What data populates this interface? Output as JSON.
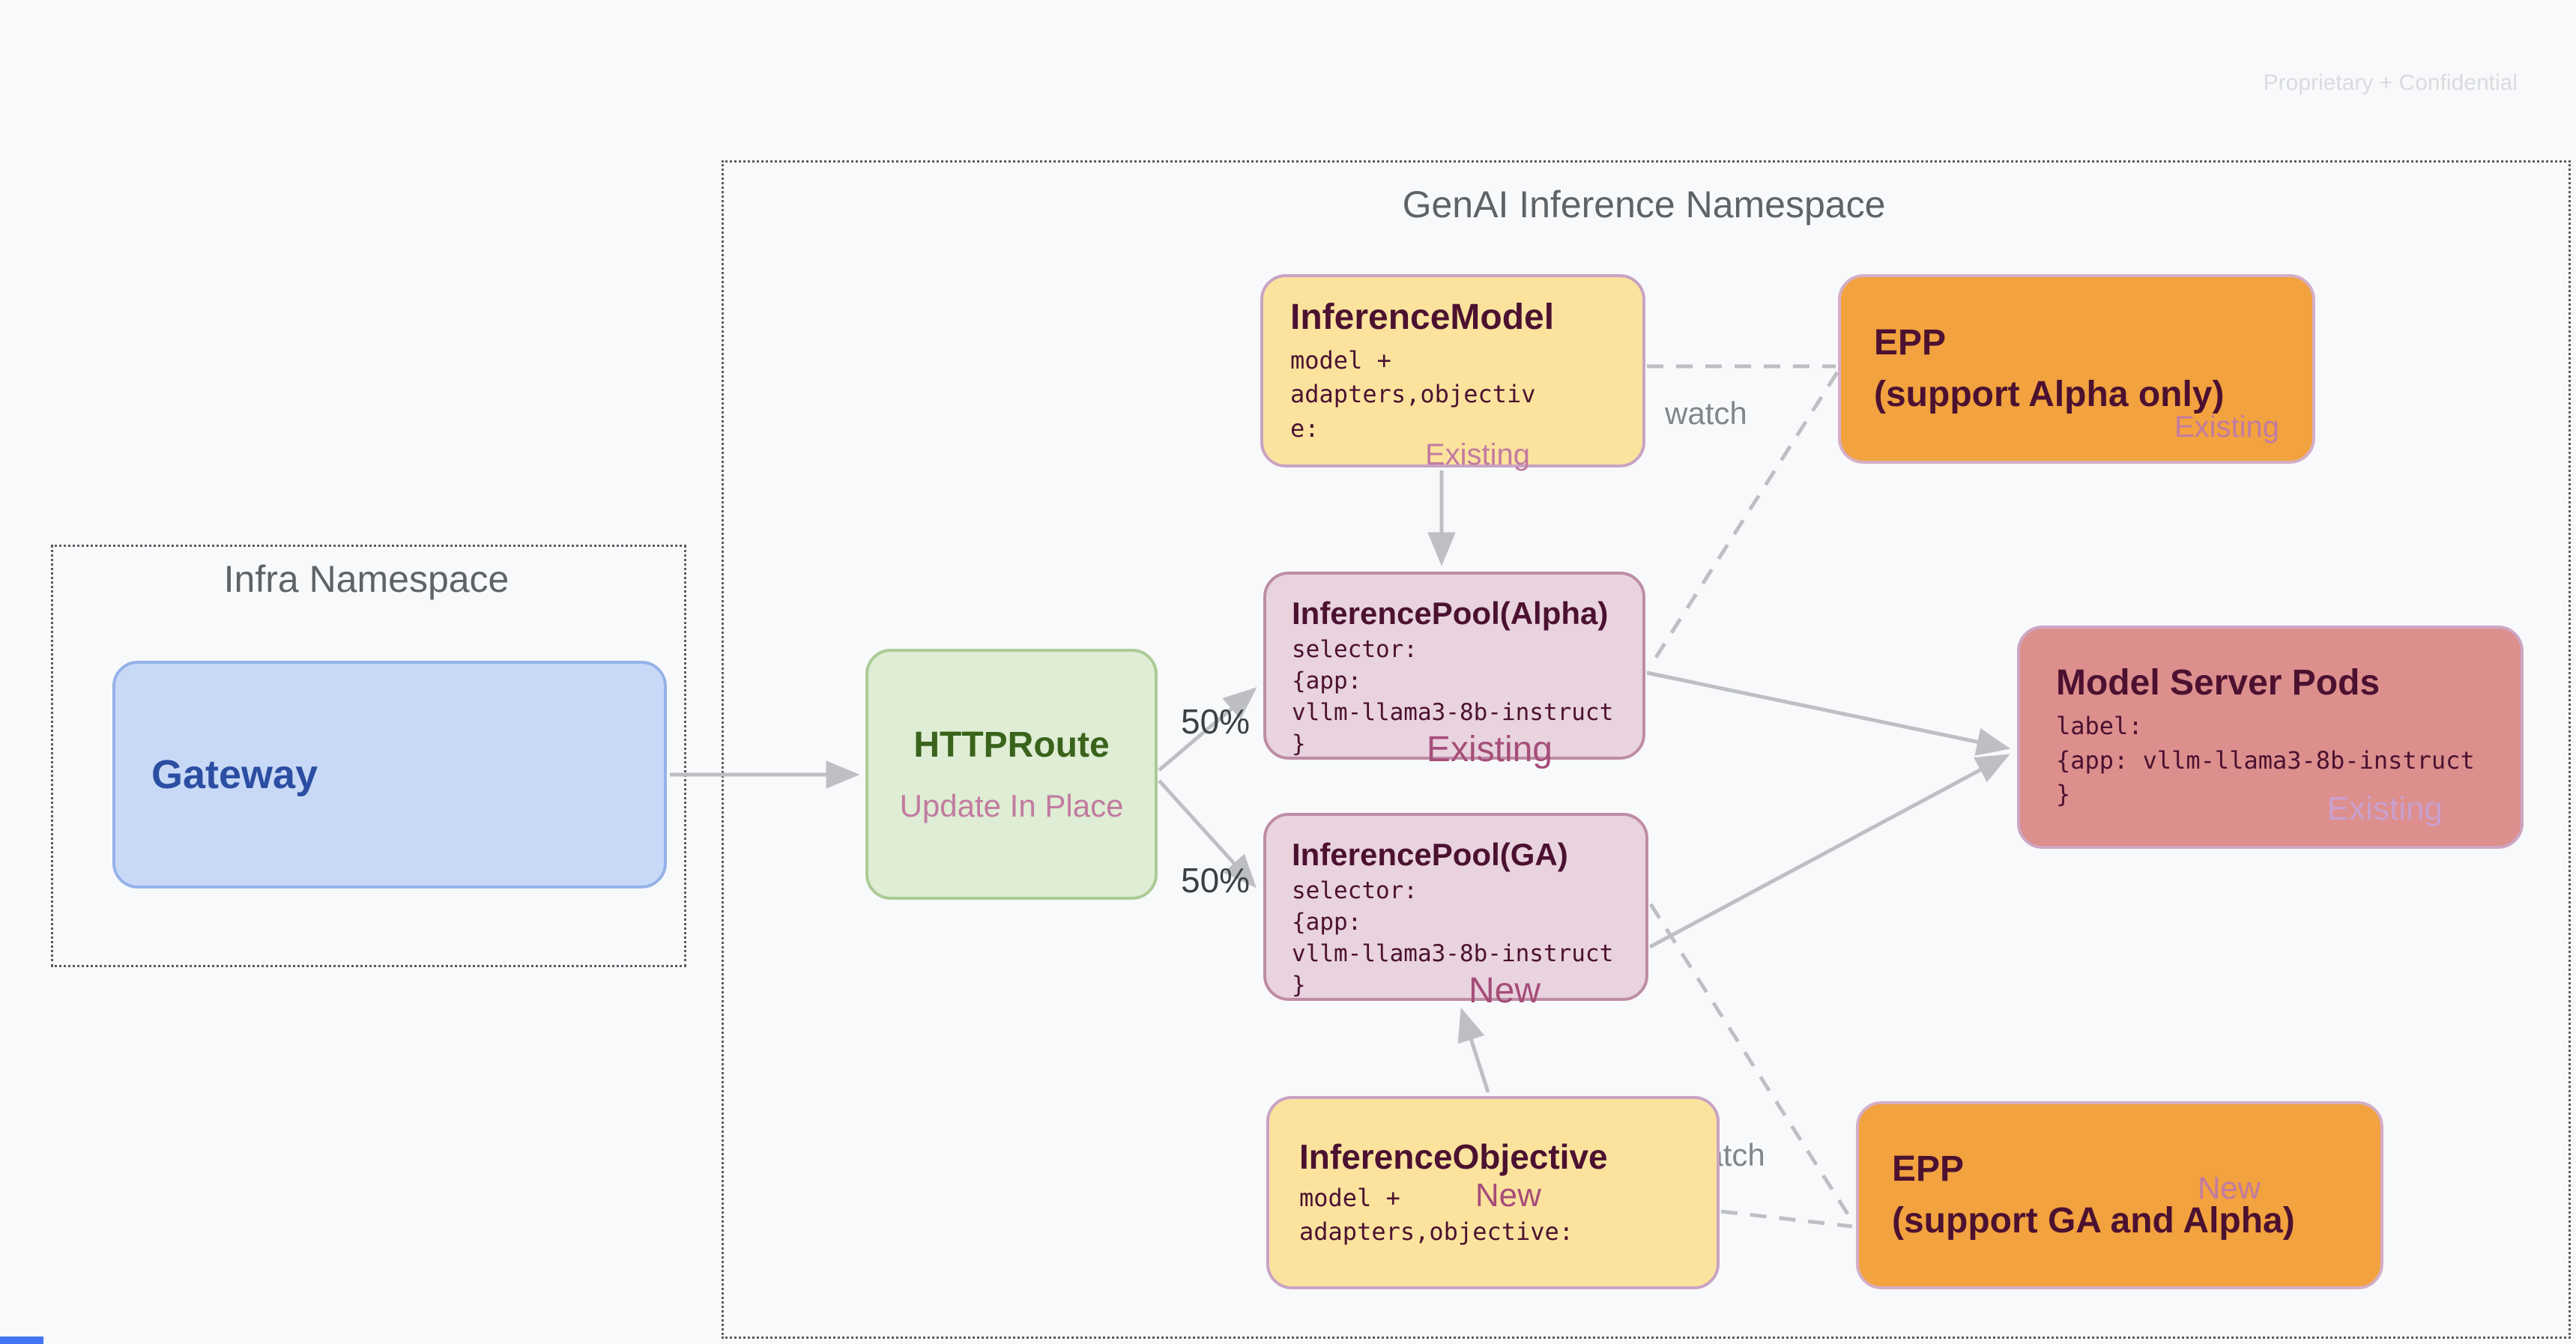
{
  "meta": {
    "confidential": "Proprietary + Confidential"
  },
  "namespaces": {
    "infra": {
      "title": "Infra Namespace"
    },
    "genai": {
      "title": "GenAI Inference Namespace"
    }
  },
  "nodes": {
    "gateway": {
      "title": "Gateway"
    },
    "httproute": {
      "title": "HTTPRoute",
      "subtitle": "Update In Place"
    },
    "inference_model": {
      "title": "InferenceModel",
      "code": "model +\nadapters,objectiv\ne:",
      "tag": "Existing"
    },
    "epp_alpha": {
      "title": "EPP",
      "subtitle": "(support Alpha only)",
      "tag": "Existing"
    },
    "pool_alpha": {
      "title": "InferencePool(Alpha)",
      "code": "selector:\n{app:\nvllm-llama3-8b-instruct\n}",
      "tag": "Existing"
    },
    "pool_ga": {
      "title": "InferencePool(GA)",
      "code": "selector:\n{app:\nvllm-llama3-8b-instruct\n}",
      "tag": "New"
    },
    "model_server": {
      "title": "Model Server Pods",
      "code": "label:\n{app: vllm-llama3-8b-instruct\n}",
      "tag": "Existing"
    },
    "inference_objective": {
      "title": "InferenceObjective",
      "code_line1": "model +",
      "tag": "New",
      "code_line2": "adapters,objective:"
    },
    "epp_ga": {
      "title": "EPP",
      "subtitle": "(support GA and Alpha)",
      "tag": "New"
    }
  },
  "labels": {
    "split_top": "50%",
    "split_bottom": "50%",
    "watch_top": "watch",
    "watch_bottom": "watch"
  },
  "palette": {
    "accent_yellow": "#FBE39E",
    "accent_pink": "#E8D3DE",
    "accent_orange": "#F2A23E",
    "accent_salmon": "#DC8F8D",
    "accent_green": "#DEEDD4",
    "accent_blue": "#C8D9F7",
    "text_maroon": "#4C1130",
    "tag_mauve": "#C27BA0",
    "tag_dark_mauve": "#A64D79",
    "connector_gray": "#BDBFC3"
  }
}
